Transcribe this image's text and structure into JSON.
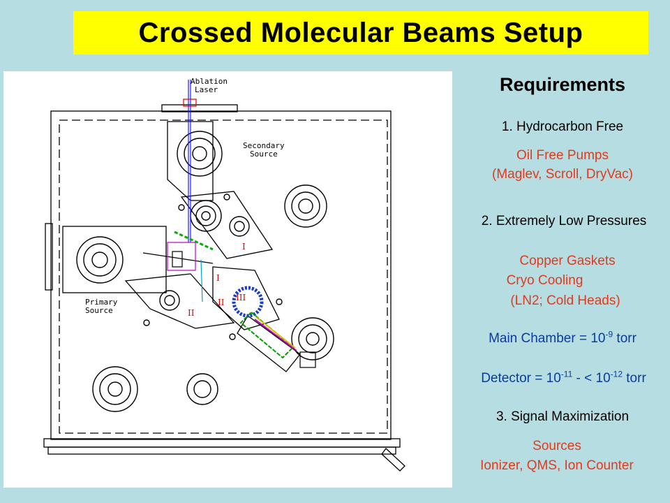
{
  "title": "Crossed Molecular Beams Setup",
  "diagram": {
    "labels": {
      "ablation": [
        "Ablation",
        "Laser"
      ],
      "secondary": [
        "Secondary",
        "Source"
      ],
      "primary": [
        "Primary",
        "Source"
      ],
      "roman_one_a": "I",
      "roman_one_b": "I",
      "roman_two_a": "II",
      "roman_two_b": "II",
      "roman_three": "III"
    }
  },
  "requirements": {
    "heading": "Requirements",
    "item1": "1. Hydrocarbon Free",
    "item1_detail": [
      "Oil Free Pumps",
      "(Maglev, Scroll, DryVac)"
    ],
    "item2": "2. Extremely Low Pressures",
    "item2_detail": [
      "Copper Gaskets",
      "Cryo Cooling",
      "(LN2; Cold Heads)"
    ],
    "main_chamber": {
      "prefix": "Main Chamber = 10",
      "exp": "-9",
      "suffix": " torr"
    },
    "detector": {
      "prefix": "Detector = 10",
      "exp1": "-11",
      "middle": " - < 10",
      "exp2": "-12",
      "suffix": " torr"
    },
    "item3": "3. Signal Maximization",
    "item3_detail": [
      "Sources",
      "Ionizer, QMS, Ion Counter"
    ]
  },
  "colors": {
    "title_background": "#ffff00",
    "page_background": "#b5dde2",
    "red_text": "#e23a1c",
    "blue_text": "#0b3a9e"
  }
}
